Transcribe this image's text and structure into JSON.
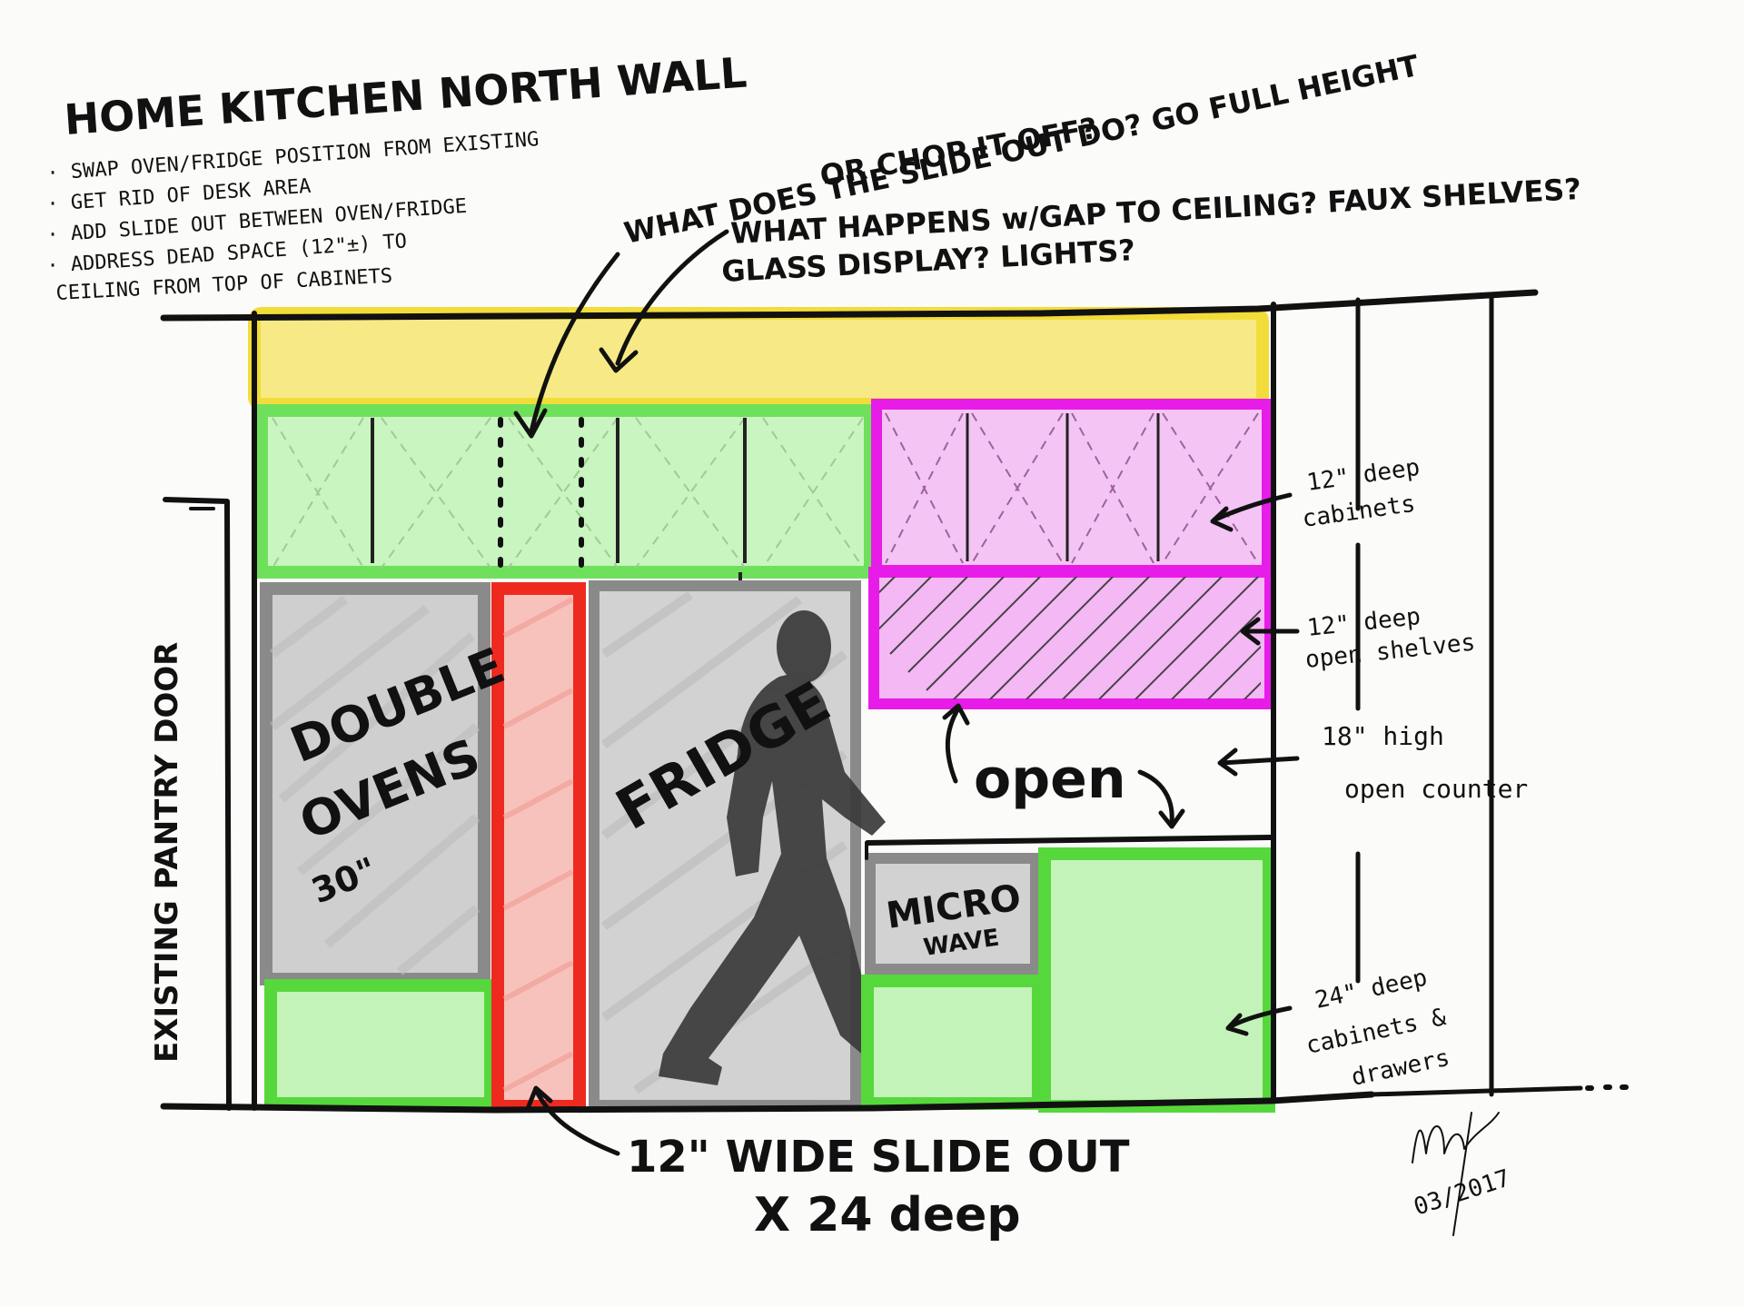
{
  "title": "HOME KITCHEN NORTH WALL",
  "notes": [
    "· SWAP OVEN/FRIDGE POSITION FROM EXISTING",
    "· GET RID OF DESK AREA",
    "· ADD SLIDE OUT BETWEEN OVEN/FRIDGE",
    "· ADDRESS DEAD SPACE (12\"±) TO",
    "CEILING FROM TOP OF CABINETS"
  ],
  "questions": {
    "slide_out_q1": "WHAT DOES THE SLIDE OUT DO? GO FULL HEIGHT",
    "slide_out_q2": "OR CHOP IT OFF?",
    "gap_q1": "WHAT HAPPENS w/GAP TO CEILING? FAUX SHELVES?",
    "gap_q2": "GLASS DISPLAY? LIGHTS?"
  },
  "labels": {
    "pantry": "EXISTING PANTRY DOOR",
    "ovens_1": "DOUBLE",
    "ovens_2": "OVENS",
    "ovens_size": "30\"",
    "fridge": "FRIDGE",
    "micro_1": "MICRO",
    "micro_2": "WAVE",
    "open": "open",
    "slide_1": "12\" WIDE SLIDE OUT",
    "slide_2": "X 24 deep"
  },
  "callouts": {
    "upper_1": "12\" deep",
    "upper_2": "cabinets",
    "shelves_1": "12\" deep",
    "shelves_2": "open shelves",
    "counter_1": "18\" high",
    "counter_2": "open counter",
    "base_1": "24\" deep",
    "base_2": "cabinets &",
    "base_3": "drawers"
  },
  "signature": "03/2017",
  "colors": {
    "soffit": "#f2dc3a",
    "cabinet_green": "#7bea6a",
    "cabinet_fill": "#c9f5c0",
    "shelf_magenta": "#e81ce8",
    "shelf_fill": "#f4b8f4",
    "slide_red": "#ee2a20",
    "slide_fill": "#f8b8b0",
    "appliance_gray": "#8a8a8a",
    "appliance_fill": "#cccccc",
    "silhouette": "#3a3a3a"
  }
}
